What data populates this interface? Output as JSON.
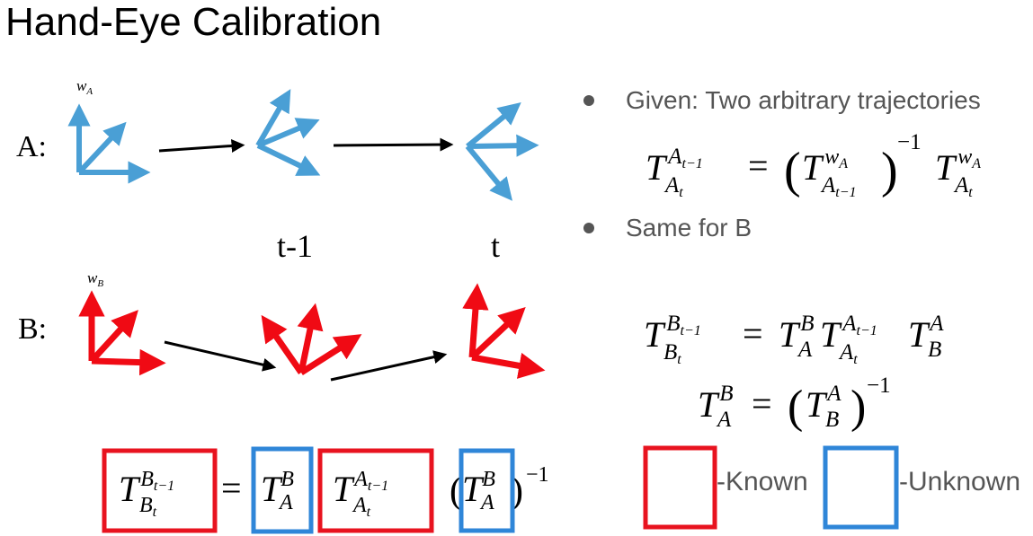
{
  "title": "Hand-Eye Calibration",
  "left": {
    "row_a_label": "A:",
    "row_b_label": "B:",
    "world_a": {
      "base": "w",
      "sub": "A"
    },
    "world_b": {
      "base": "w",
      "sub": "B"
    },
    "time_prev": "t-1",
    "time_curr": "t"
  },
  "bullets": [
    {
      "text": "Given: Two arbitrary trajectories"
    },
    {
      "text": "Same for B"
    }
  ],
  "equations": {
    "T": "T",
    "A": "A",
    "B": "B",
    "t": "t",
    "tm1": "t−1",
    "wA": "w",
    "wAsub": "A",
    "inv": "−1",
    "eq": "=",
    "lp": "(",
    "rp": ")"
  },
  "legend": {
    "known": "-Known",
    "unknown": "-Unknown"
  },
  "colors": {
    "blue": "#4a9fd5",
    "red": "#f00a14",
    "box_red": "#e8131f",
    "box_blue": "#2f86d8",
    "gray_text": "#555555"
  }
}
